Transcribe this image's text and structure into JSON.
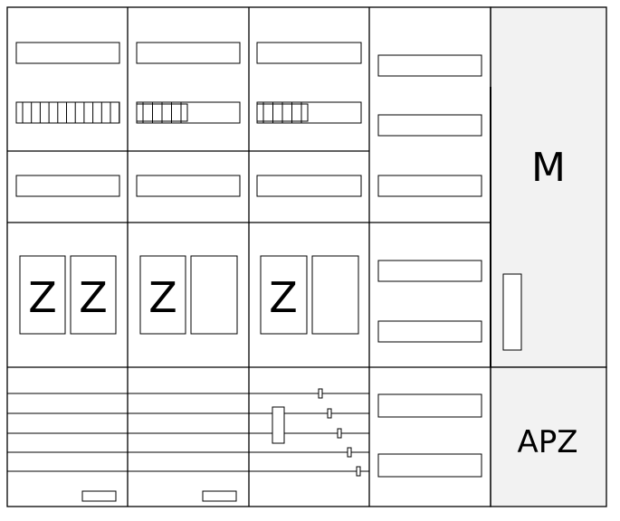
{
  "labels": {
    "z": "Z",
    "meter_panel": "M",
    "apz_panel": "APZ"
  },
  "colors": {
    "line": "#000000",
    "panel_fill": "#f2f2f2",
    "background": "#ffffff"
  }
}
